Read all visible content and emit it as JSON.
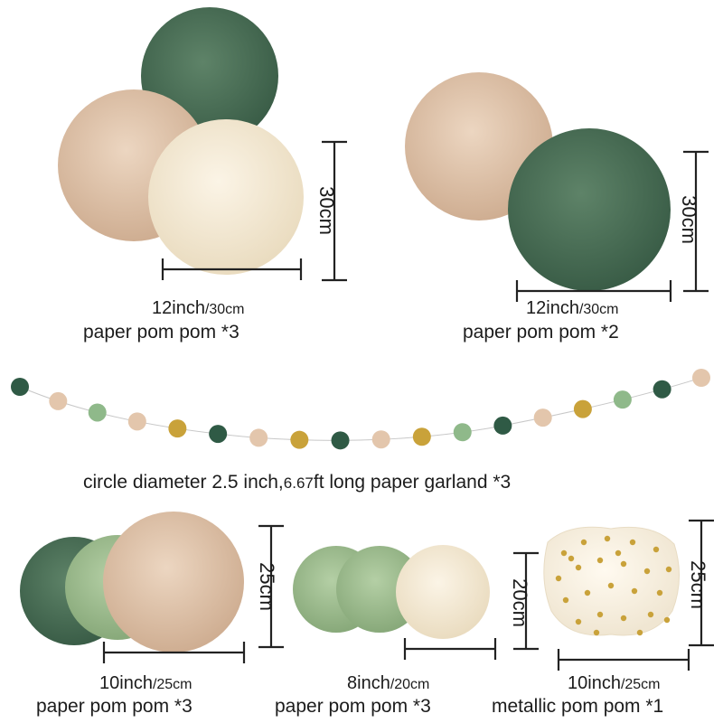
{
  "top_left": {
    "size_inch": "12inch",
    "size_cm": "/30cm",
    "caption": "paper pom pom  *3",
    "height_label": "30cm"
  },
  "top_right": {
    "size_inch": "12inch",
    "size_cm": "/30cm",
    "caption": "paper pom pom *2",
    "height_label": "30cm"
  },
  "garland": {
    "caption_main": "circle diameter 2.5 inch,",
    "caption_small": "6.67",
    "caption_rest": "ft long paper garland *3",
    "dot_colors_top": [
      "#2f5a45",
      "#e3c6ac",
      "#8fb98a",
      "#e3c6ac",
      "#c9a23a",
      "#2f5a45",
      "#e3c6ac",
      "#c9a23a"
    ],
    "dot_colors_bottom": [
      "#2f5a45",
      "#e3c6ac",
      "#c9a23a",
      "#8fb98a",
      "#2f5a45",
      "#e3c6ac",
      "#c9a23a",
      "#8fb98a",
      "#2f5a45",
      "#e3c6ac"
    ]
  },
  "bottom_left": {
    "size_inch": "10inch",
    "size_cm": "/25cm",
    "caption": "paper pom pom *3",
    "height_label": "25cm"
  },
  "bottom_middle": {
    "size_inch": "8inch",
    "size_cm": "/20cm",
    "caption": "paper pom pom *3",
    "height_label": "20cm"
  },
  "bottom_right": {
    "size_inch": "10inch",
    "size_cm": "/25cm",
    "caption": "metallic pom pom *1",
    "height_label": "25cm"
  },
  "colors": {
    "dark_green": "#476b55",
    "sage": "#9fbd8f",
    "tan": "#dcbfa5",
    "cream": "#f4ead6",
    "gold": "#c9a23a"
  }
}
